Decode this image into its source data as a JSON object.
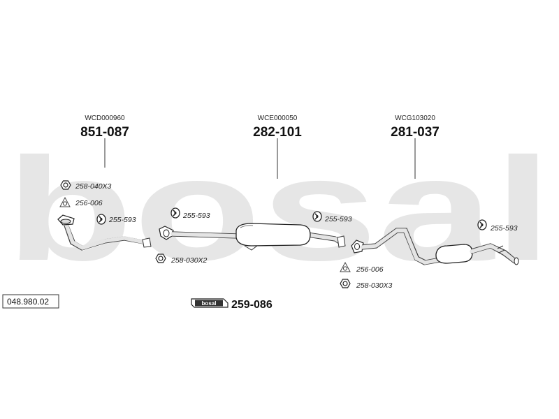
{
  "watermark": "bosal",
  "catalog_number": "048.980.02",
  "mounting_kit": {
    "brand": "bosal",
    "code": "259-086"
  },
  "assemblies": [
    {
      "sub_code": "WCD000960",
      "main_code": "851-087"
    },
    {
      "sub_code": "WCE000050",
      "main_code": "282-101"
    },
    {
      "sub_code": "WCG103020",
      "main_code": "281-037"
    }
  ],
  "parts": [
    {
      "label": "258-040X3",
      "icon": "nut-icon"
    },
    {
      "label": "256-006",
      "icon": "gasket-triangle-icon"
    },
    {
      "label": "255-593",
      "icon": "rubber-mount-icon"
    },
    {
      "label": "255-593",
      "icon": "rubber-mount-icon"
    },
    {
      "label": "258-030X2",
      "icon": "nut-icon"
    },
    {
      "label": "255-593",
      "icon": "rubber-mount-icon"
    },
    {
      "label": "256-006",
      "icon": "gasket-triangle-icon"
    },
    {
      "label": "258-030X3",
      "icon": "nut-icon"
    },
    {
      "label": "255-593",
      "icon": "rubber-mount-icon"
    }
  ]
}
